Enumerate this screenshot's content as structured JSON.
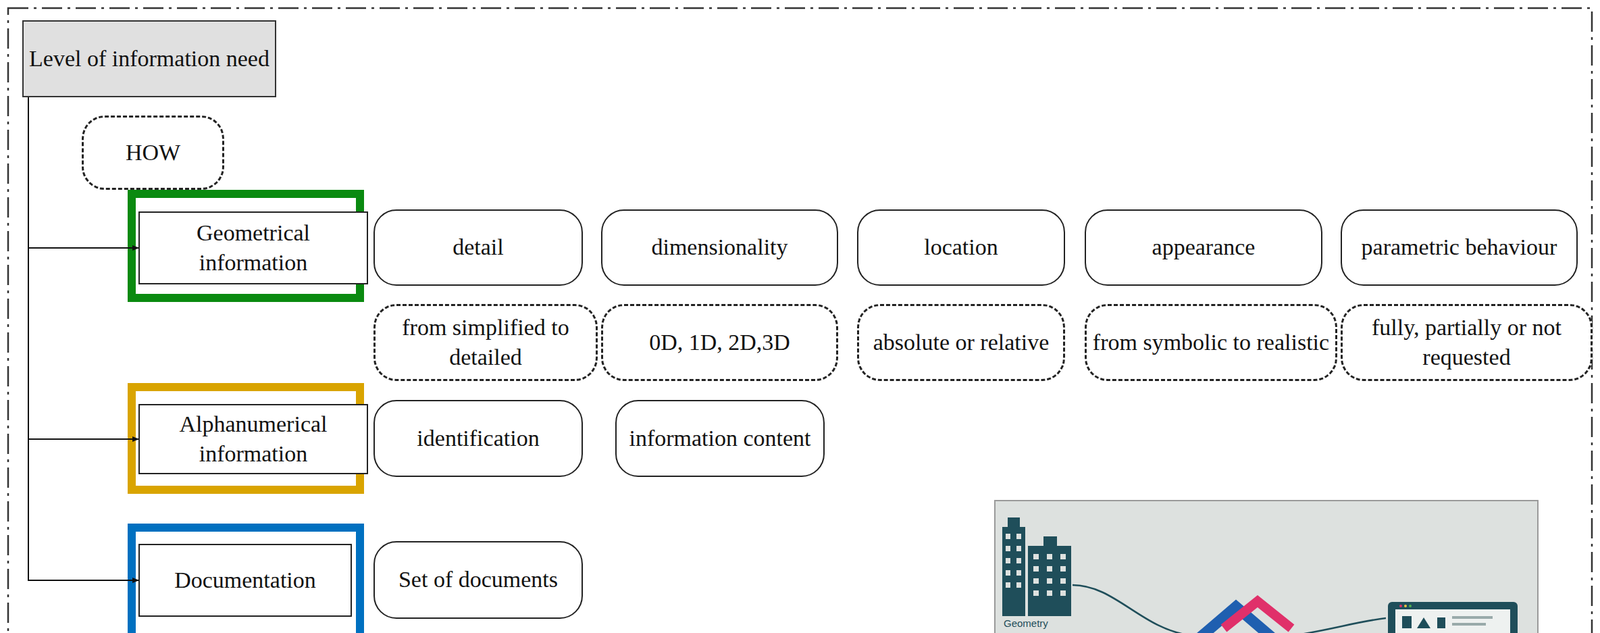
{
  "diagram": {
    "nodes": [
      {
        "text": [
          "Level of information need"
        ]
      },
      {
        "text": [
          "HOW"
        ]
      },
      {
        "text": [
          "Geometrical information"
        ]
      },
      {
        "text": [
          "Alphanumerical information"
        ]
      },
      {
        "text": [
          "Documentation"
        ]
      },
      {
        "text": [
          "detail"
        ]
      },
      {
        "text": [
          "dimensionality"
        ]
      },
      {
        "text": [
          "location"
        ]
      },
      {
        "text": [
          "appearance"
        ]
      },
      {
        "text": [
          "parametric behaviour"
        ]
      },
      {
        "text": [
          "from simplified to detailed"
        ]
      },
      {
        "text": [
          "0D, 1D, 2D,3D"
        ]
      },
      {
        "text": [
          "absolute or relative"
        ]
      },
      {
        "text": [
          "from symbolic to realistic"
        ]
      },
      {
        "text": [
          "fully, partially or not requested"
        ]
      },
      {
        "text": [
          "identification"
        ]
      },
      {
        "text": [
          "information content"
        ]
      },
      {
        "text": [
          "Set of documents"
        ]
      }
    ],
    "edges": [
      {
        "from": 0,
        "to": 2,
        "arrow": "to"
      },
      {
        "from": 0,
        "to": 3,
        "arrow": "to"
      },
      {
        "from": 0,
        "to": 4,
        "arrow": "to"
      }
    ],
    "labels": [
      "Geometry"
    ]
  }
}
